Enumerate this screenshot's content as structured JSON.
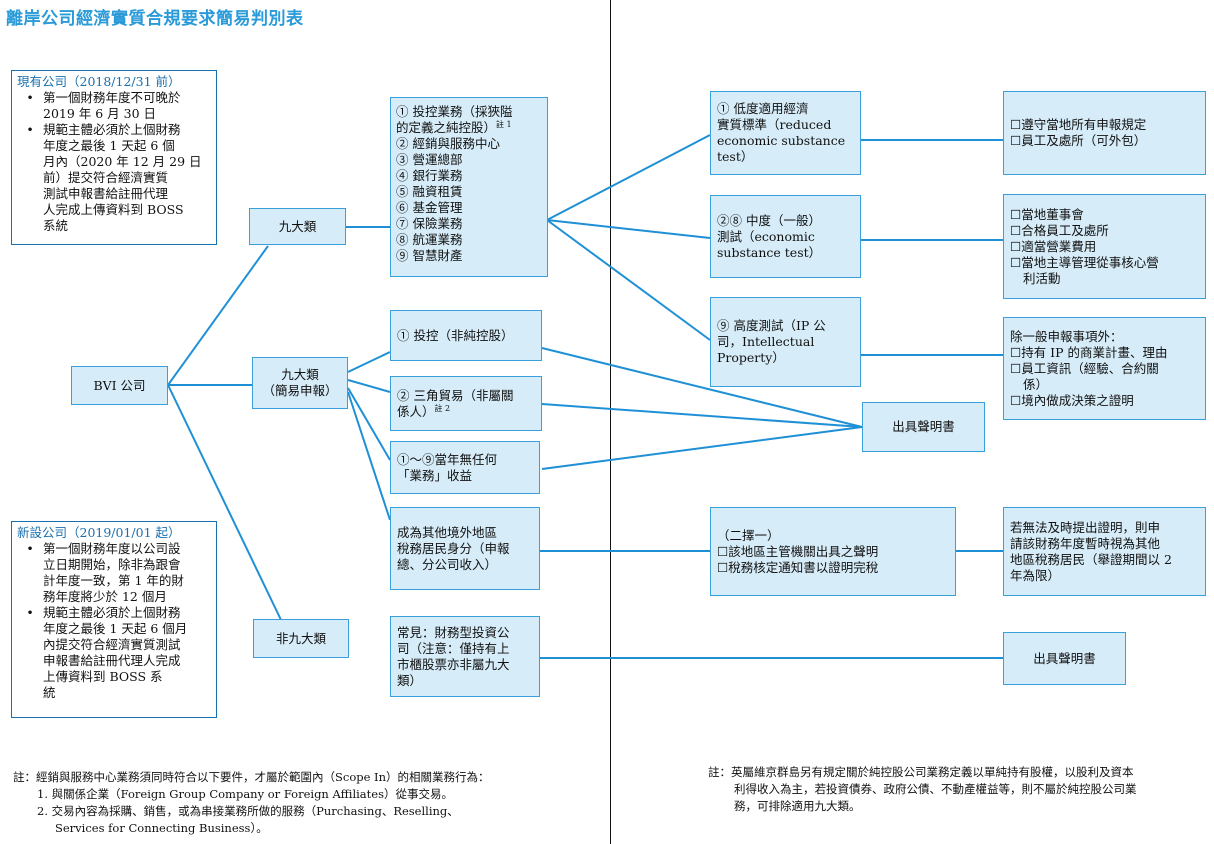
{
  "title": "離岸公司經濟實質合規要求簡易判別表",
  "existing_company": {
    "heading": "現有公司（2018/12/31 前）",
    "bullets": [
      [
        "第一個財務年度不可晚於",
        "2019 年 6 月 30 日"
      ],
      [
        "規範主體必須於上個財務",
        "年度之最後 1 天起 6 個",
        "月內（2020 年 12 月 29 日",
        "前）提交符合經濟實質",
        "測試申報書給註冊代理",
        "人完成上傳資料到 BOSS",
        "系統"
      ]
    ]
  },
  "new_company": {
    "heading": "新設公司（2019/01/01 起）",
    "bullets": [
      [
        "第一個財務年度以公司設",
        "立日期開始，除非為跟會",
        "計年度一致，第 1 年的財",
        "務年度將少於 12 個月"
      ],
      [
        "規範主體必須於上個財務",
        "年度之最後 1 天起 6 個月",
        "內提交符合經濟實質測試",
        "申報書給註冊代理人完成",
        "上傳資料到 BOSS 系",
        "統"
      ]
    ]
  },
  "bvi": "BVI 公司",
  "cat_nine": "九大類",
  "cat_nine_simple": [
    "九大類",
    "（簡易申報）"
  ],
  "cat_non_nine": "非九大類",
  "nine_list": [
    "① 投控業務（採狹隘",
    "的定義之純控股）",
    "② 經銷與服務中心",
    "③ 營運總部",
    "④ 銀行業務",
    "⑤ 融資租賃",
    "⑥ 基金管理",
    "⑦ 保險業務",
    "⑧ 航運業務",
    "⑨ 智慧財產"
  ],
  "note_mark_1": "註 1",
  "note_mark_2": "註 2",
  "simple_items": {
    "holding": "① 投控（非純控股）",
    "trade": [
      "② 三角貿易（非屬關",
      "係人）"
    ],
    "no_income": [
      "①～⑨當年無任何",
      "「業務」收益"
    ],
    "resident": [
      "成為其他境外地區",
      "稅務居民身分（申報",
      "總、分公司收入）"
    ]
  },
  "non_nine_box": [
    "常見：財務型投資公",
    "司（注意：僅持有上",
    "市櫃股票亦非屬九大",
    "類）"
  ],
  "tests": {
    "low": [
      "① 低度適用經濟",
      "實質標準（reduced",
      "economic substance",
      "test）"
    ],
    "mid": [
      "②⑧ 中度（一般）",
      "測試（economic",
      "substance test）"
    ],
    "high": [
      "⑨ 高度測試（IP 公",
      "司，Intellectual",
      "Property）"
    ]
  },
  "requirements": {
    "low": [
      "☐遵守當地所有申報規定",
      "☐員工及處所（可外包）"
    ],
    "mid": [
      "☐當地董事會",
      "☐合格員工及處所",
      "☐適當營業費用",
      "☐當地主導管理從事核心營",
      "利活動"
    ],
    "high": [
      "除一般申報事項外：",
      "☐持有 IP 的商業計畫、理由",
      "☐員工資訊（經驗、合約關",
      "係）",
      "☐境內做成決策之證明"
    ]
  },
  "declaration": "出具聲明書",
  "choose_one": [
    "（二擇一）",
    "☐該地區主管機關出具之聲明",
    "☐稅務核定通知書以證明完稅"
  ],
  "fallback": [
    "若無法及時提出證明，則申",
    "請該財務年度暫時視為其他",
    "地區稅務居民（舉證期間以 2",
    "年為限）"
  ],
  "declaration2": "出具聲明書",
  "footnote_left": {
    "intro": "註：經銷與服務中心業務須同時符合以下要件，才屬於範圍內（Scope In）的相關業務行為：",
    "items": [
      "1.  與關係企業（Foreign Group Company or Foreign Affiliates）從事交易。",
      "2.  交易內容為採購、銷售，或為串接業務所做的服務（Purchasing、Reselling、"
    ],
    "cont": "Services for Connecting Business）。"
  },
  "footnote_right": [
    "註：英屬維京群島另有規定關於純控股公司業務定義以單純持有股權，以股利及資本",
    "利得收入為主，若投資債券、政府公債、不動產權益等，則不屬於純控股公司業",
    "務，可排除適用九大類。"
  ],
  "colors": {
    "line": "#1f90d6",
    "box_fill": "#d6ecf8",
    "box_border": "#3aa0dc",
    "title": "#2a9ad8"
  }
}
